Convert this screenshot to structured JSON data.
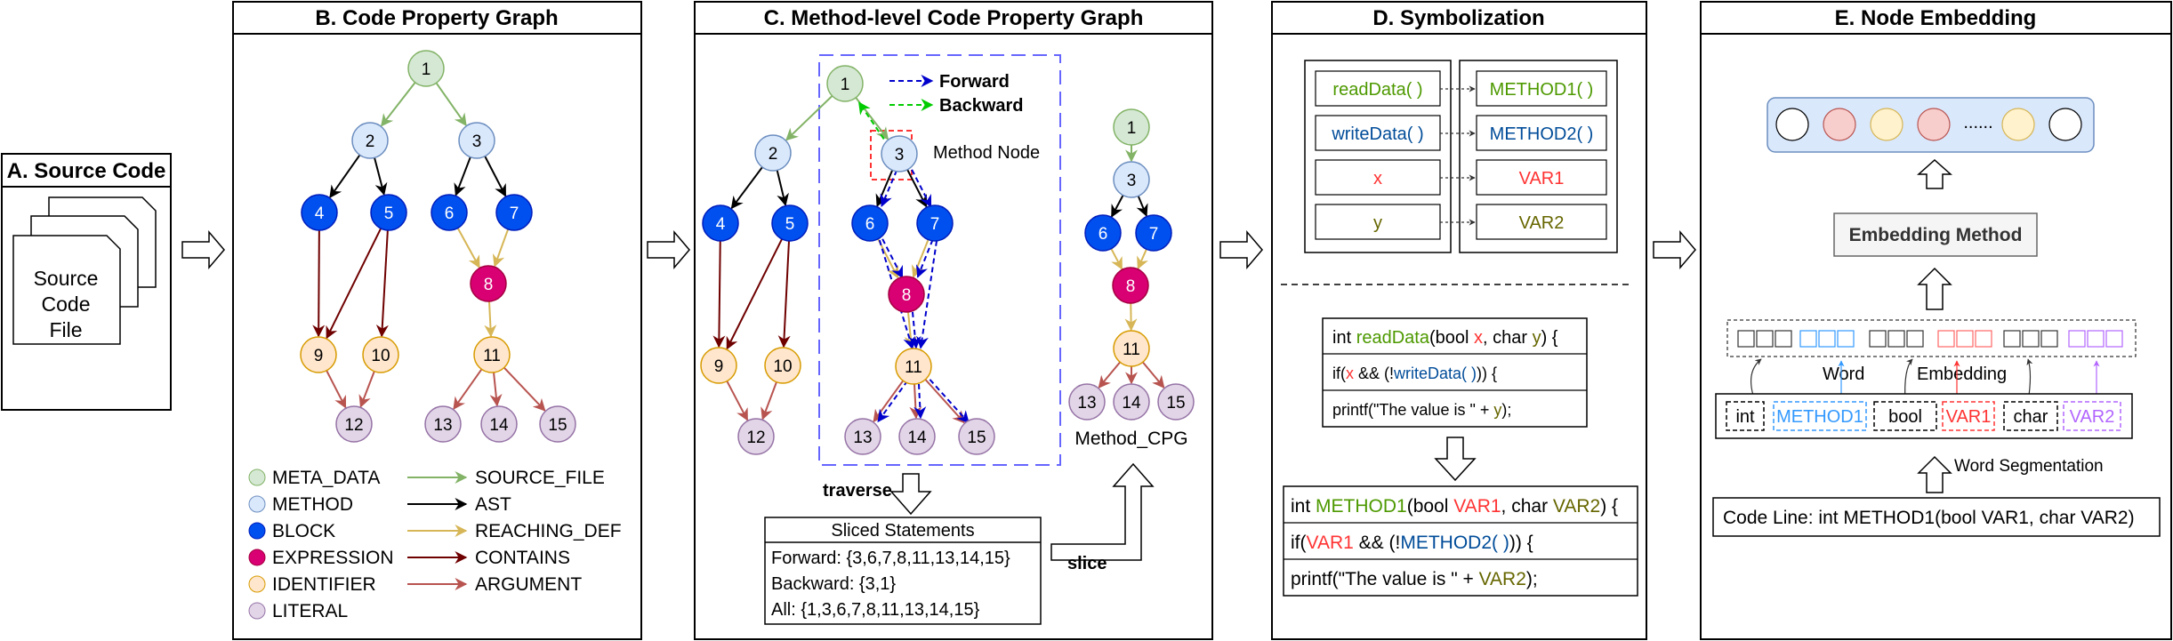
{
  "panels": {
    "a_title": "A. Source Code",
    "a_doc_line1": "Source",
    "a_doc_line2": "Code",
    "a_doc_line3": "File",
    "b_title": "B. Code Property Graph",
    "c_title": "C. Method-level Code Property Graph",
    "d_title": "D. Symbolization",
    "e_title": "E. Node Embedding"
  },
  "cpg_nodes": [
    "1",
    "2",
    "3",
    "4",
    "5",
    "6",
    "7",
    "8",
    "9",
    "10",
    "11",
    "12",
    "13",
    "14",
    "15"
  ],
  "legend": {
    "node_types": [
      "META_DATA",
      "METHOD",
      "BLOCK",
      "EXPRESSION",
      "IDENTIFIER",
      "LITERAL"
    ],
    "edge_types": [
      "SOURCE_FILE",
      "AST",
      "REACHING_DEF",
      "CONTAINS",
      "ARGUMENT"
    ]
  },
  "mcpg": {
    "forward_label": "Forward",
    "backward_label": "Backward",
    "method_node_label": "Method Node",
    "traverse_label": "traverse",
    "slice_label": "slice",
    "method_cpg_label": "Method_CPG",
    "sliced_title": "Sliced Statements",
    "sliced_forward": "Forward: {3,6,7,8,11,13,14,15}",
    "sliced_backward": "Backward: {3,1}",
    "sliced_all": "All: {1,3,6,7,8,11,13,14,15}"
  },
  "symbolization": {
    "originals": [
      "readData( )",
      "writeData( )",
      "x",
      "y"
    ],
    "symbols": [
      "METHOD1( )",
      "METHOD2( )",
      "VAR1",
      "VAR2"
    ],
    "code_before": {
      "l1_a": "int ",
      "l1_b": "readData",
      "l1_c": "(bool ",
      "l1_d": "x",
      "l1_e": ", char ",
      "l1_f": "y",
      "l1_g": ") {",
      "l2_a": "if(",
      "l2_b": "x",
      "l2_c": " && (!",
      "l2_d": "writeData( )",
      "l2_e": ")) {",
      "l3_a": "printf(\"The value is \" + ",
      "l3_b": "y",
      "l3_c": ");"
    },
    "code_after": {
      "l1_a": "int ",
      "l1_b": "METHOD1",
      "l1_c": "(bool ",
      "l1_d": "VAR1",
      "l1_e": ", char ",
      "l1_f": "VAR2",
      "l1_g": ") {",
      "l2_a": "if(",
      "l2_b": "VAR1",
      "l2_c": " && (!",
      "l2_d": "METHOD2( )",
      "l2_e": ")) {",
      "l3_a": "printf(\"The value is \" + ",
      "l3_b": "VAR2",
      "l3_c": ");"
    }
  },
  "embedding": {
    "dots": "......",
    "method_label": "Embedding Method",
    "word_label": "Word",
    "embedding_label": "Embedding",
    "segmentation_label": "Word Segmentation",
    "tokens": [
      "int",
      "METHOD1",
      "bool",
      "VAR1",
      "char",
      "VAR2"
    ],
    "code_line": "Code Line: int METHOD1(bool VAR1, char VAR2)"
  },
  "colors": {
    "meta": "#d5e8d4",
    "meta_stroke": "#82b366",
    "method": "#dae8fc",
    "method_stroke": "#6c8ebf",
    "block": "#0050ef",
    "block_stroke": "#001dbc",
    "expr": "#d80073",
    "expr_stroke": "#a50040",
    "ident": "#ffe6cc",
    "ident_stroke": "#d79b00",
    "literal": "#e1d5e7",
    "literal_stroke": "#9673a6",
    "e_source": "#82b366",
    "e_ast": "#000000",
    "e_reach": "#d6b656",
    "e_contains": "#6f0000",
    "e_argument": "#b85450",
    "green": "#4d9900",
    "blue": "#004c99",
    "red": "#ff3333",
    "olive": "#666600"
  }
}
